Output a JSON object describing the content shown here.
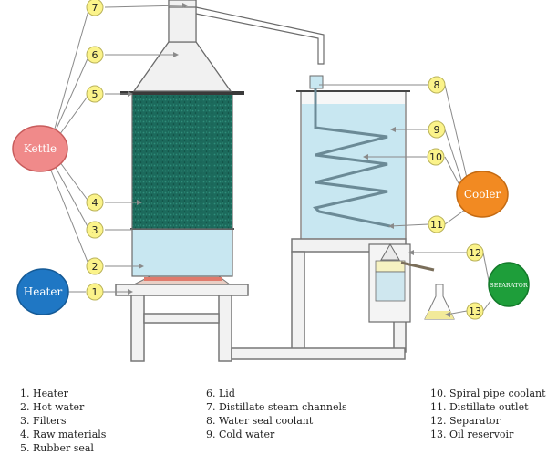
{
  "bubbles": {
    "kettle": "Kettle",
    "heater": "Heater",
    "cooler": "Cooler",
    "separator": "SEPARATOR"
  },
  "markers": [
    "1",
    "2",
    "3",
    "4",
    "5",
    "6",
    "7",
    "8",
    "9",
    "10",
    "11",
    "12",
    "13"
  ],
  "legend": {
    "col1": [
      "1. Heater",
      "2. Hot water",
      "3. Filters",
      "4. Raw materials",
      "5. Rubber seal"
    ],
    "col2": [
      "6. Lid",
      "7. Distillate steam channels",
      "8. Water seal coolant",
      "9. Cold water"
    ],
    "col3": [
      "10. Spiral pipe coolant",
      "11. Distillate outlet",
      "12. Separator",
      "13. Oil reservoir"
    ]
  },
  "colors": {
    "kettle": "#f08a8a",
    "heater": "#1f77c4",
    "cooler": "#f28a22",
    "separator": "#1e9e3a",
    "marker": "#fbf38a",
    "raw_materials": "#1d6b5e",
    "water": "#c8e7f1",
    "frame": "#f0f0f0"
  }
}
